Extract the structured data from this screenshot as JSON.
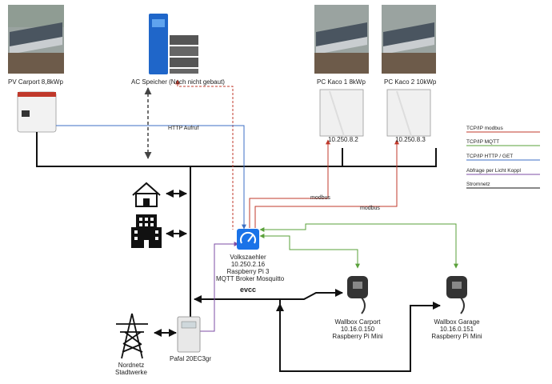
{
  "nodes": {
    "pv_carport": "PV Carport 8,8kWp",
    "ac_speicher": "AC Speicher  (Noch nicht gebaut)",
    "kaco1": "PC Kaco 1 8kWp",
    "kaco2": "PC Kaco 2 10kWp",
    "kaco1_ip": "10.250.8.2",
    "kaco2_ip": "10.250.8.3",
    "volkszaehler": [
      "Volkszaehler",
      "10.250.2.16",
      "Raspberry Pi 3",
      "MQTT Broker Mosquitto"
    ],
    "wallbox_carport": [
      "Wallbox Carport",
      "10.16.0.150",
      "Raspberry Pi Mini"
    ],
    "wallbox_garage": [
      "Wallbox Garage",
      "10.16.0.151",
      "Raspberry Pi Mini"
    ],
    "nordnetz": [
      "Nordnetz",
      "Stadtwerke"
    ],
    "pafal": "Pafal 20EC3gr",
    "evcc": "evcc"
  },
  "edges": {
    "http_aufruf": "HTTP Aufruf",
    "modbus_1": "modbus",
    "modbus_2": "modbus"
  },
  "legend": [
    {
      "label": "TCP/IP modbus",
      "color": "#c0392b"
    },
    {
      "label": "TCP/IP MQTT",
      "color": "#5aa13a"
    },
    {
      "label": "TCP/IP HTTP / GET",
      "color": "#3c6fc4"
    },
    {
      "label": "Abfrage per Licht Koppl",
      "color": "#7d4ea6"
    },
    {
      "label": "Stromnetz",
      "color": "#111111"
    }
  ]
}
